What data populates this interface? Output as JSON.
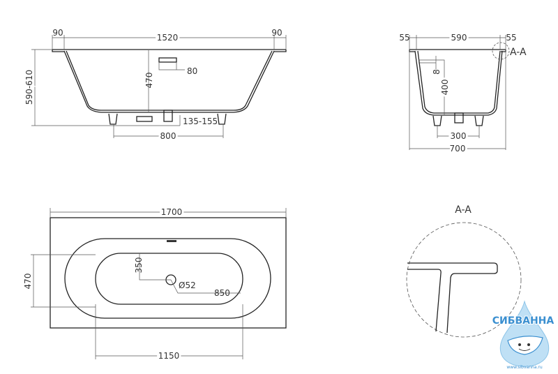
{
  "front_view": {
    "rim_left": "90",
    "width": "1520",
    "rim_right": "90",
    "height": "590-610",
    "depth": "470",
    "overflow": "80",
    "legs_height": "135-155",
    "legs_spacing": "800"
  },
  "side_view": {
    "rim_left": "55",
    "inner_width": "590",
    "rim_right": "55",
    "wall": "8",
    "depth": "400",
    "legs_spacing": "300",
    "width": "700",
    "section_marker": "A-A"
  },
  "top_view": {
    "length": "1700",
    "width": "470",
    "drain_offset_y": "350",
    "drain_diameter": "Ø52",
    "drain_offset_x": "850",
    "basin_length": "1150"
  },
  "detail": {
    "title": "A-A"
  },
  "logo": {
    "name": "СИБВАННА",
    "url": "www.sibvanna.ru",
    "colors": {
      "primary": "#3a8fd0",
      "light": "#bfe0f5"
    }
  }
}
